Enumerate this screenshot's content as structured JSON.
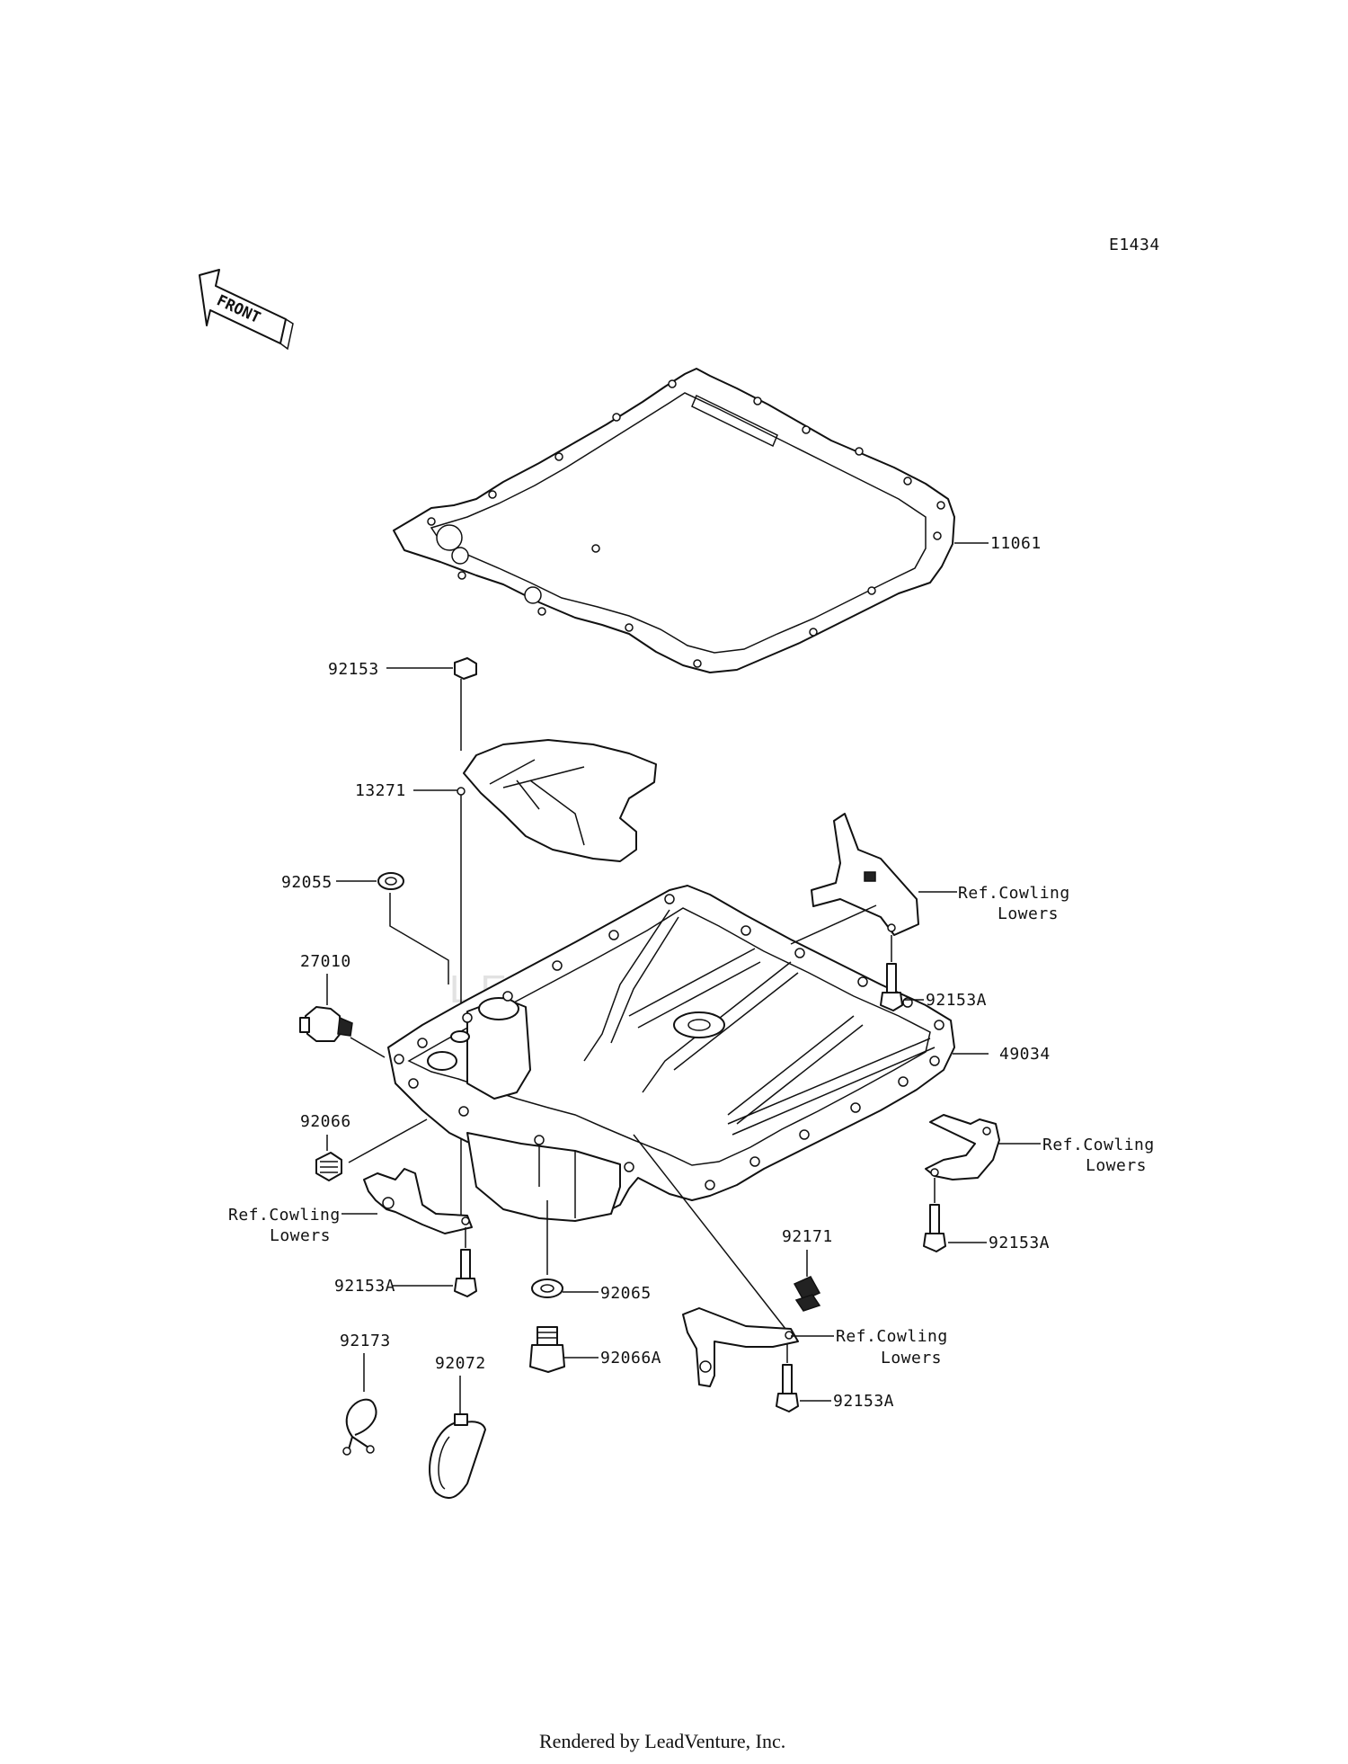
{
  "diagram_code": "E1434",
  "front_label": "FRONT",
  "watermark": "LEADVENTURE",
  "footer": "Rendered by LeadVenture, Inc.",
  "parts": {
    "p11061": "11061",
    "p92153": "92153",
    "p13271": "13271",
    "p92055": "92055",
    "p27010": "27010",
    "p92066": "92066",
    "p49034": "49034",
    "p92153A_a": "92153A",
    "p92153A_b": "92153A",
    "p92153A_c": "92153A",
    "p92153A_d": "92153A",
    "p92065": "92065",
    "p92066A": "92066A",
    "p92171": "92171",
    "p92173": "92173",
    "p92072": "92072"
  },
  "refs": {
    "r1_line1": "Ref.Cowling",
    "r1_line2": "Lowers",
    "r2_line1": "Ref.Cowling",
    "r2_line2": "Lowers",
    "r3_line1": "Ref.Cowling",
    "r3_line2": "Lowers",
    "r4_line1": "Ref.Cowling",
    "r4_line2": "Lowers"
  }
}
